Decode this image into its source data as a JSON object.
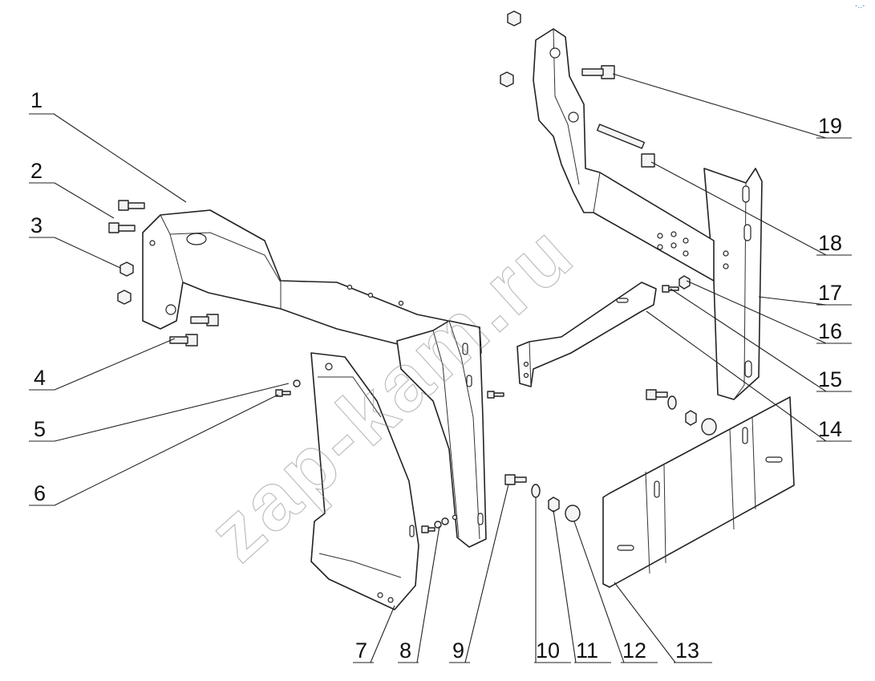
{
  "watermark_text": "zap-kam.ru",
  "corner_mark": "-..-",
  "callouts": [
    {
      "label": "1"
    },
    {
      "label": "2"
    },
    {
      "label": "3"
    },
    {
      "label": "4"
    },
    {
      "label": "5"
    },
    {
      "label": "6"
    },
    {
      "label": "7"
    },
    {
      "label": "8"
    },
    {
      "label": "9"
    },
    {
      "label": "10"
    },
    {
      "label": "11"
    },
    {
      "label": "12"
    },
    {
      "label": "13"
    },
    {
      "label": "14"
    },
    {
      "label": "15"
    },
    {
      "label": "16"
    },
    {
      "label": "17"
    },
    {
      "label": "18"
    },
    {
      "label": "19"
    }
  ]
}
